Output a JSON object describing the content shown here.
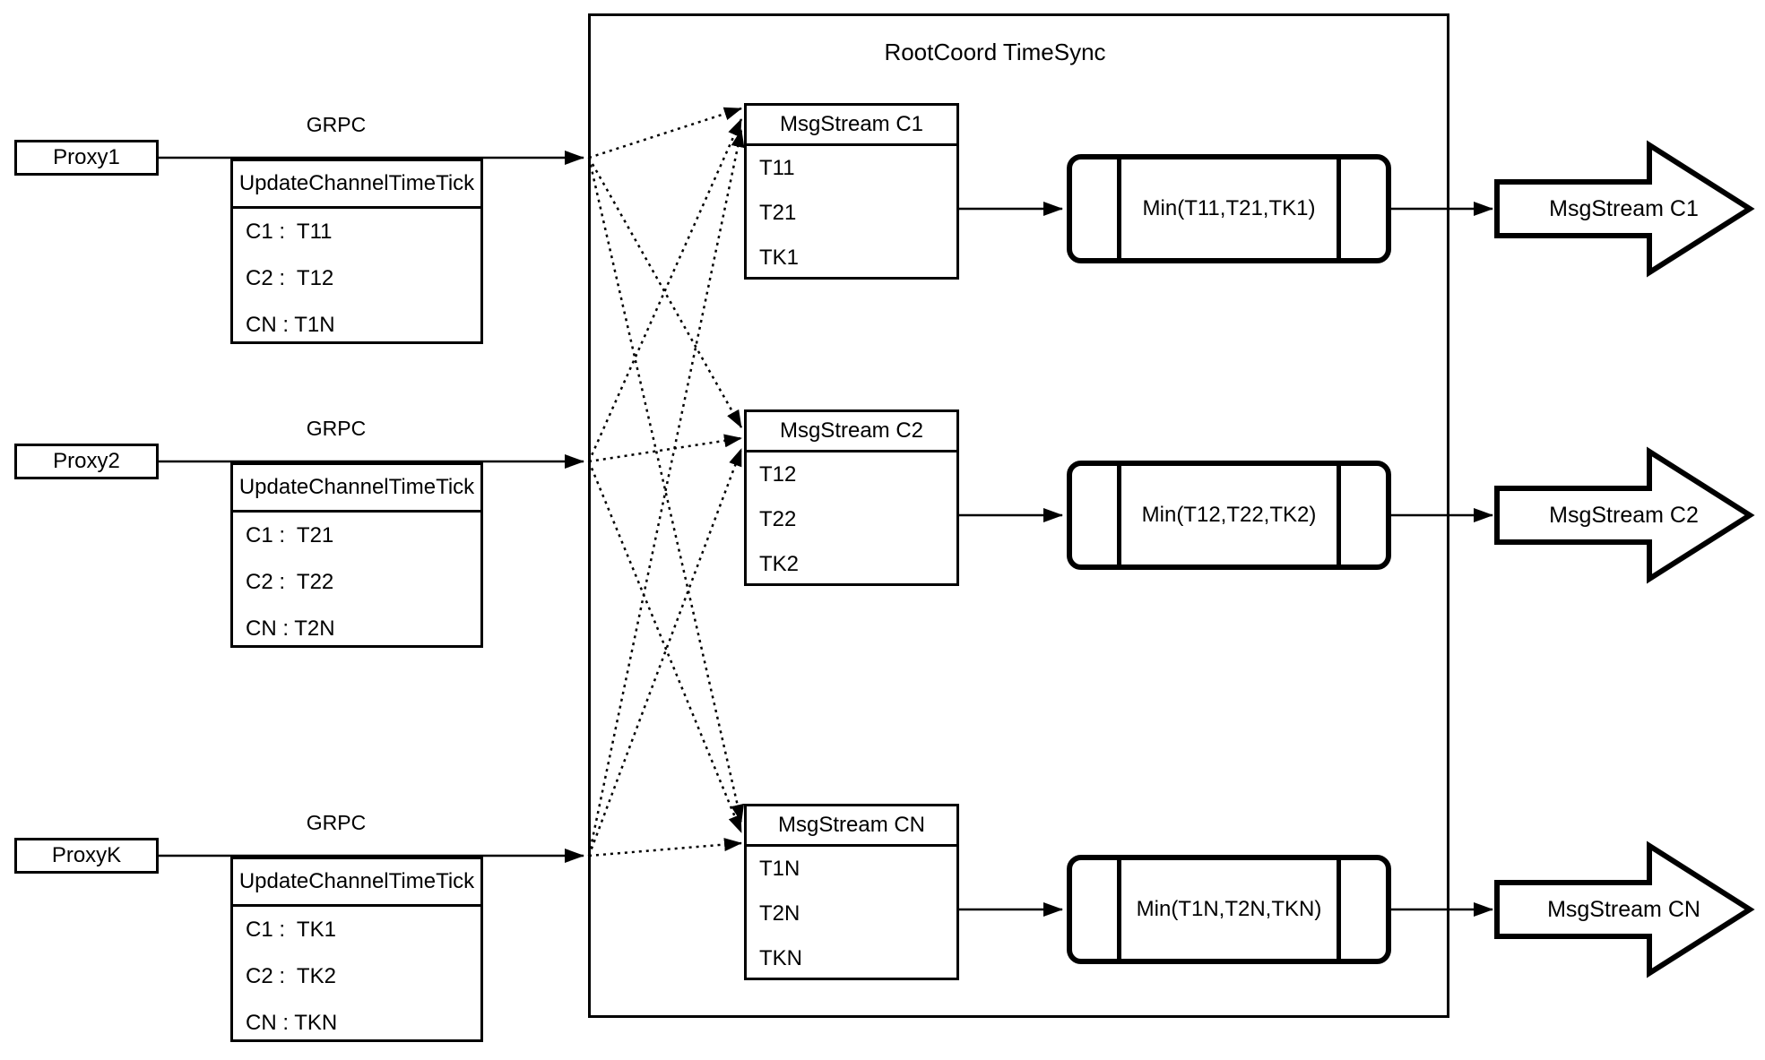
{
  "diagram": {
    "title": "RootCoord TimeSync",
    "rows": [
      {
        "proxy": "Proxy1",
        "grpc": "GRPC",
        "tick_header": "UpdateChannelTimeTick",
        "tick_rows": [
          "C1 :  T11",
          "C2 :  T12",
          "CN : T1N"
        ],
        "stream_header": "MsgStream C1",
        "stream_rows": [
          "T11",
          "T21",
          "TK1"
        ],
        "min": "Min(T11,T21,TK1)",
        "output": "MsgStream C1"
      },
      {
        "proxy": "Proxy2",
        "grpc": "GRPC",
        "tick_header": "UpdateChannelTimeTick",
        "tick_rows": [
          "C1 :  T21",
          "C2 :  T22",
          "CN : T2N"
        ],
        "stream_header": "MsgStream C2",
        "stream_rows": [
          "T12",
          "T22",
          "TK2"
        ],
        "min": "Min(T12,T22,TK2)",
        "output": "MsgStream C2"
      },
      {
        "proxy": "ProxyK",
        "grpc": "GRPC",
        "tick_header": "UpdateChannelTimeTick",
        "tick_rows": [
          "C1 :  TK1",
          "C2 :  TK2",
          "CN : TKN"
        ],
        "stream_header": "MsgStream CN",
        "stream_rows": [
          "T1N",
          "T2N",
          "TKN"
        ],
        "min": "Min(T1N,T2N,TKN)",
        "output": "MsgStream CN"
      }
    ]
  }
}
